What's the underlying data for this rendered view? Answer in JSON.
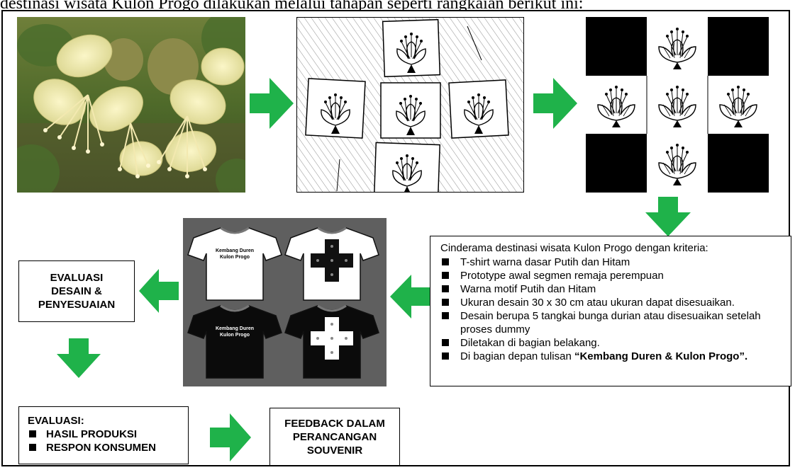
{
  "header_text": "destinasi wisata Kulon Progo dilakukan melalui tahapan seperti rangkaian berikut ini:",
  "colors": {
    "arrow_green": "#1fb24a",
    "shirt_bg": "#5f5f5f",
    "pattern_black": "#000000"
  },
  "criteria": {
    "heading": "Cinderama destinasi wisata Kulon Progo dengan kriteria:",
    "items": [
      "T-shirt warna dasar Putih dan Hitam",
      "Prototype awal segmen remaja perempuan",
      "Warna motif Putih dan Hitam",
      "Ukuran desain 30 x 30 cm atau ukuran dapat disesuaikan.",
      "Desain berupa 5 tangkai bunga durian atau disesuaikan setelah proses dummy",
      "Diletakan di bagian belakang."
    ],
    "last_item_prefix": "Di bagian depan tulisan ",
    "last_item_bold": "“Kembang Duren & Kulon Progo”."
  },
  "evaluasi_desain": "EVALUASI\nDESAIN &\nPENYESUAIAN",
  "evaluasi": {
    "heading": "EVALUASI:",
    "items": [
      "HASIL PRODUKSI",
      "RESPON KONSUMEN"
    ]
  },
  "feedback": "FEEDBACK DALAM\nPERANCANGAN\nSOUVENIR",
  "shirt_text": {
    "line1": "Kembang Duren",
    "line2": "Kulon Progo"
  }
}
